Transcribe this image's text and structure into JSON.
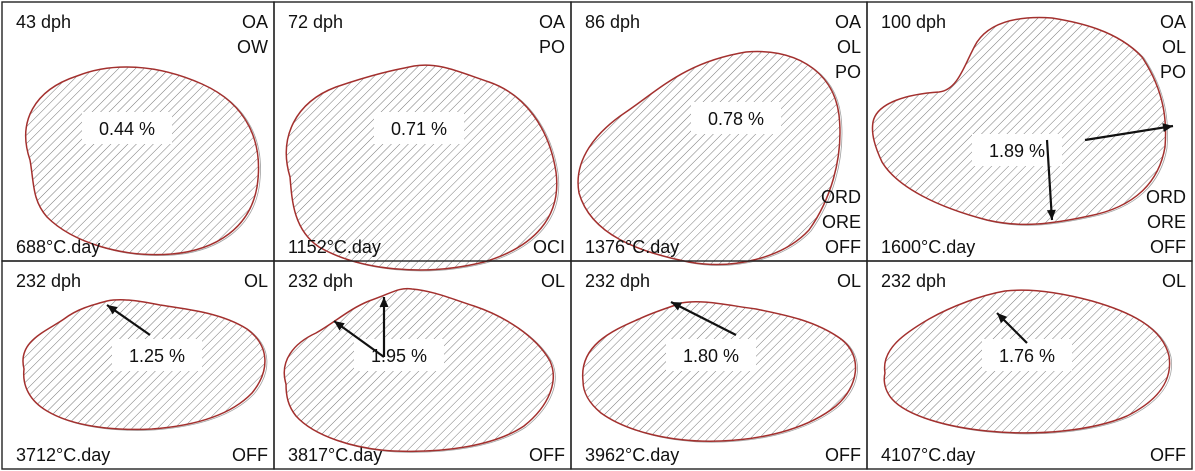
{
  "panels": [
    {
      "dph": "43 dph",
      "dd": "688°C.day",
      "pct": "0.44 %",
      "codes_top": [
        "OA",
        "OW"
      ],
      "codes_bottom": []
    },
    {
      "dph": "72 dph",
      "dd": "1152°C.day",
      "pct": "0.71 %",
      "codes_top": [
        "OA",
        "PO"
      ],
      "codes_bottom": [
        "OCI"
      ]
    },
    {
      "dph": "86 dph",
      "dd": "1376°C.day",
      "pct": "0.78 %",
      "codes_top": [
        "OA",
        "OL",
        "PO"
      ],
      "codes_bottom": [
        "ORD",
        "ORE",
        "OFF"
      ]
    },
    {
      "dph": "100 dph",
      "dd": "1600°C.day",
      "pct": "1.89 %",
      "codes_top": [
        "OA",
        "OL",
        "PO"
      ],
      "codes_bottom": [
        "ORD",
        "ORE",
        "OFF"
      ]
    },
    {
      "dph": "232 dph",
      "dd": "3712°C.day",
      "pct": "1.25 %",
      "codes_top": [
        "OL"
      ],
      "codes_bottom": [
        "OFF"
      ]
    },
    {
      "dph": "232 dph",
      "dd": "3817°C.day",
      "pct": "1.95 %",
      "codes_top": [
        "OL"
      ],
      "codes_bottom": [
        "OFF"
      ]
    },
    {
      "dph": "232 dph",
      "dd": "3962°C.day",
      "pct": "1.80 %",
      "codes_top": [
        "OL"
      ],
      "codes_bottom": [
        "OFF"
      ]
    },
    {
      "dph": "232 dph",
      "dd": "4107°C.day",
      "pct": "1.76 %",
      "codes_top": [
        "OL"
      ],
      "codes_bottom": [
        "OFF"
      ]
    }
  ],
  "colors": {
    "outline": "#a3302e",
    "hatch": "#7a7a7a",
    "border": "#222222"
  }
}
